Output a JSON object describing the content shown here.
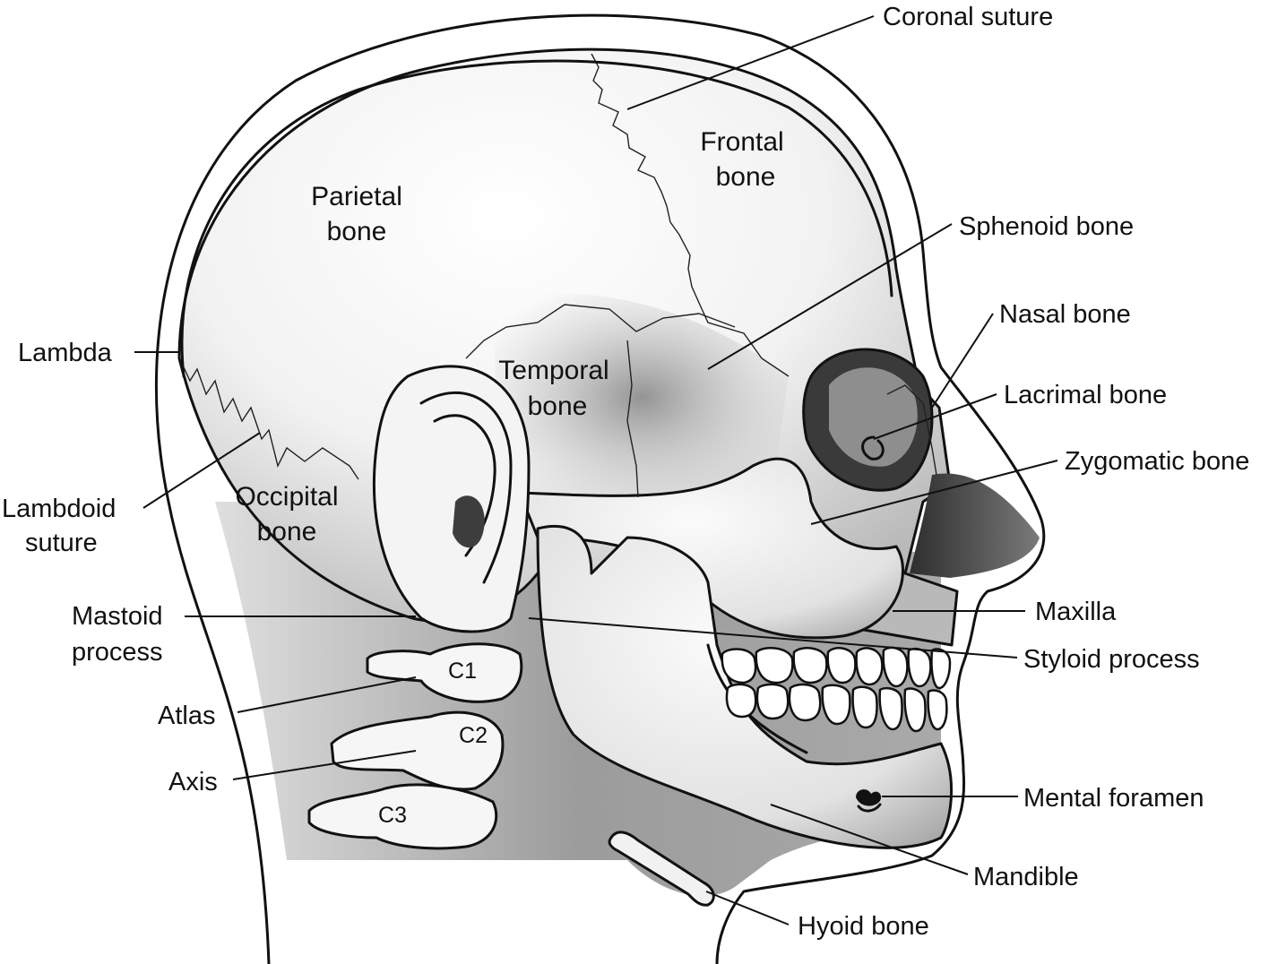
{
  "labels": {
    "coronal_suture": "Coronal suture",
    "frontal_bone": [
      "Frontal",
      "bone"
    ],
    "parietal_bone": [
      "Parietal",
      "bone"
    ],
    "sphenoid_bone": "Sphenoid bone",
    "nasal_bone": "Nasal bone",
    "lambda": "Lambda",
    "temporal_bone": [
      "Temporal",
      "bone"
    ],
    "lacrimal_bone": "Lacrimal bone",
    "zygomatic_bone": "Zygomatic bone",
    "lambdoid_suture": [
      "Lambdoid",
      "suture"
    ],
    "occipital_bone": [
      "Occipital",
      "bone"
    ],
    "mastoid_process": [
      "Mastoid",
      "process"
    ],
    "maxilla": "Maxilla",
    "styloid_process": "Styloid process",
    "atlas": "Atlas",
    "axis": "Axis",
    "mental_foramen": "Mental foramen",
    "mandible": "Mandible",
    "hyoid_bone": "Hyoid bone",
    "c1": "C1",
    "c2": "C2",
    "c3": "C3"
  }
}
